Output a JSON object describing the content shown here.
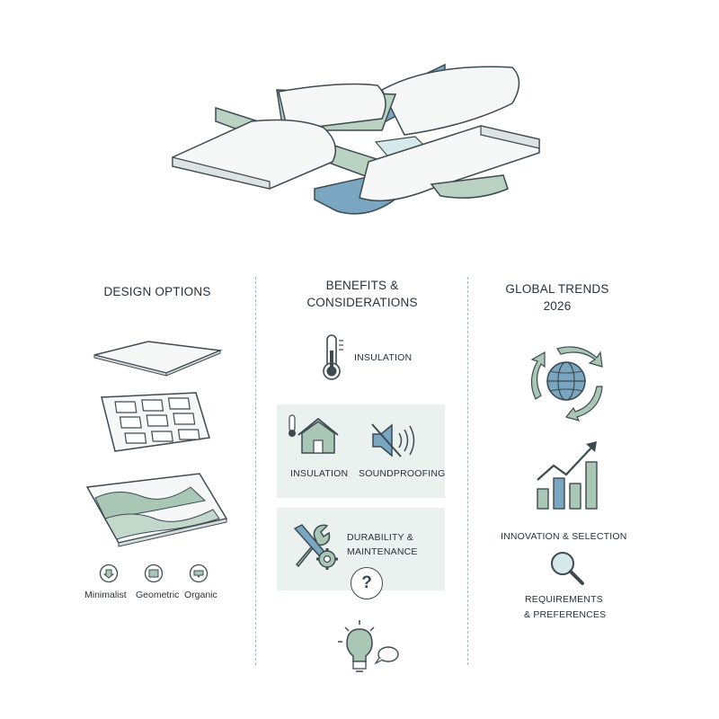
{
  "columns": {
    "design": {
      "title": "DESIGN OPTIONS",
      "styles": [
        "Minimalist",
        "Geometric",
        "Organic"
      ]
    },
    "benefits": {
      "title_line1": "BENEFITS &",
      "title_line2": "CONSIDERATIONS",
      "top_item": "INSULATION",
      "panel1": {
        "left_label": "INSULATION",
        "right_label": "SOUNDPROOFING"
      },
      "panel2": {
        "label_line1": "DURABILITY &",
        "label_line2": "MAINTENANCE",
        "question_mark": "?"
      }
    },
    "trends": {
      "title_line1": "GLOBAL TRENDS",
      "title_line2": "2026",
      "innovation_label": "INNOVATION & SELECTION",
      "requirements_line1": "REQUIREMENTS",
      "requirements_line2": "& PREFERENCES"
    }
  },
  "palette": {
    "green": "#a9c7b4",
    "blue": "#7aa6c2",
    "dark": "#3d4a50",
    "panel_bg": "#eaf1ee"
  }
}
